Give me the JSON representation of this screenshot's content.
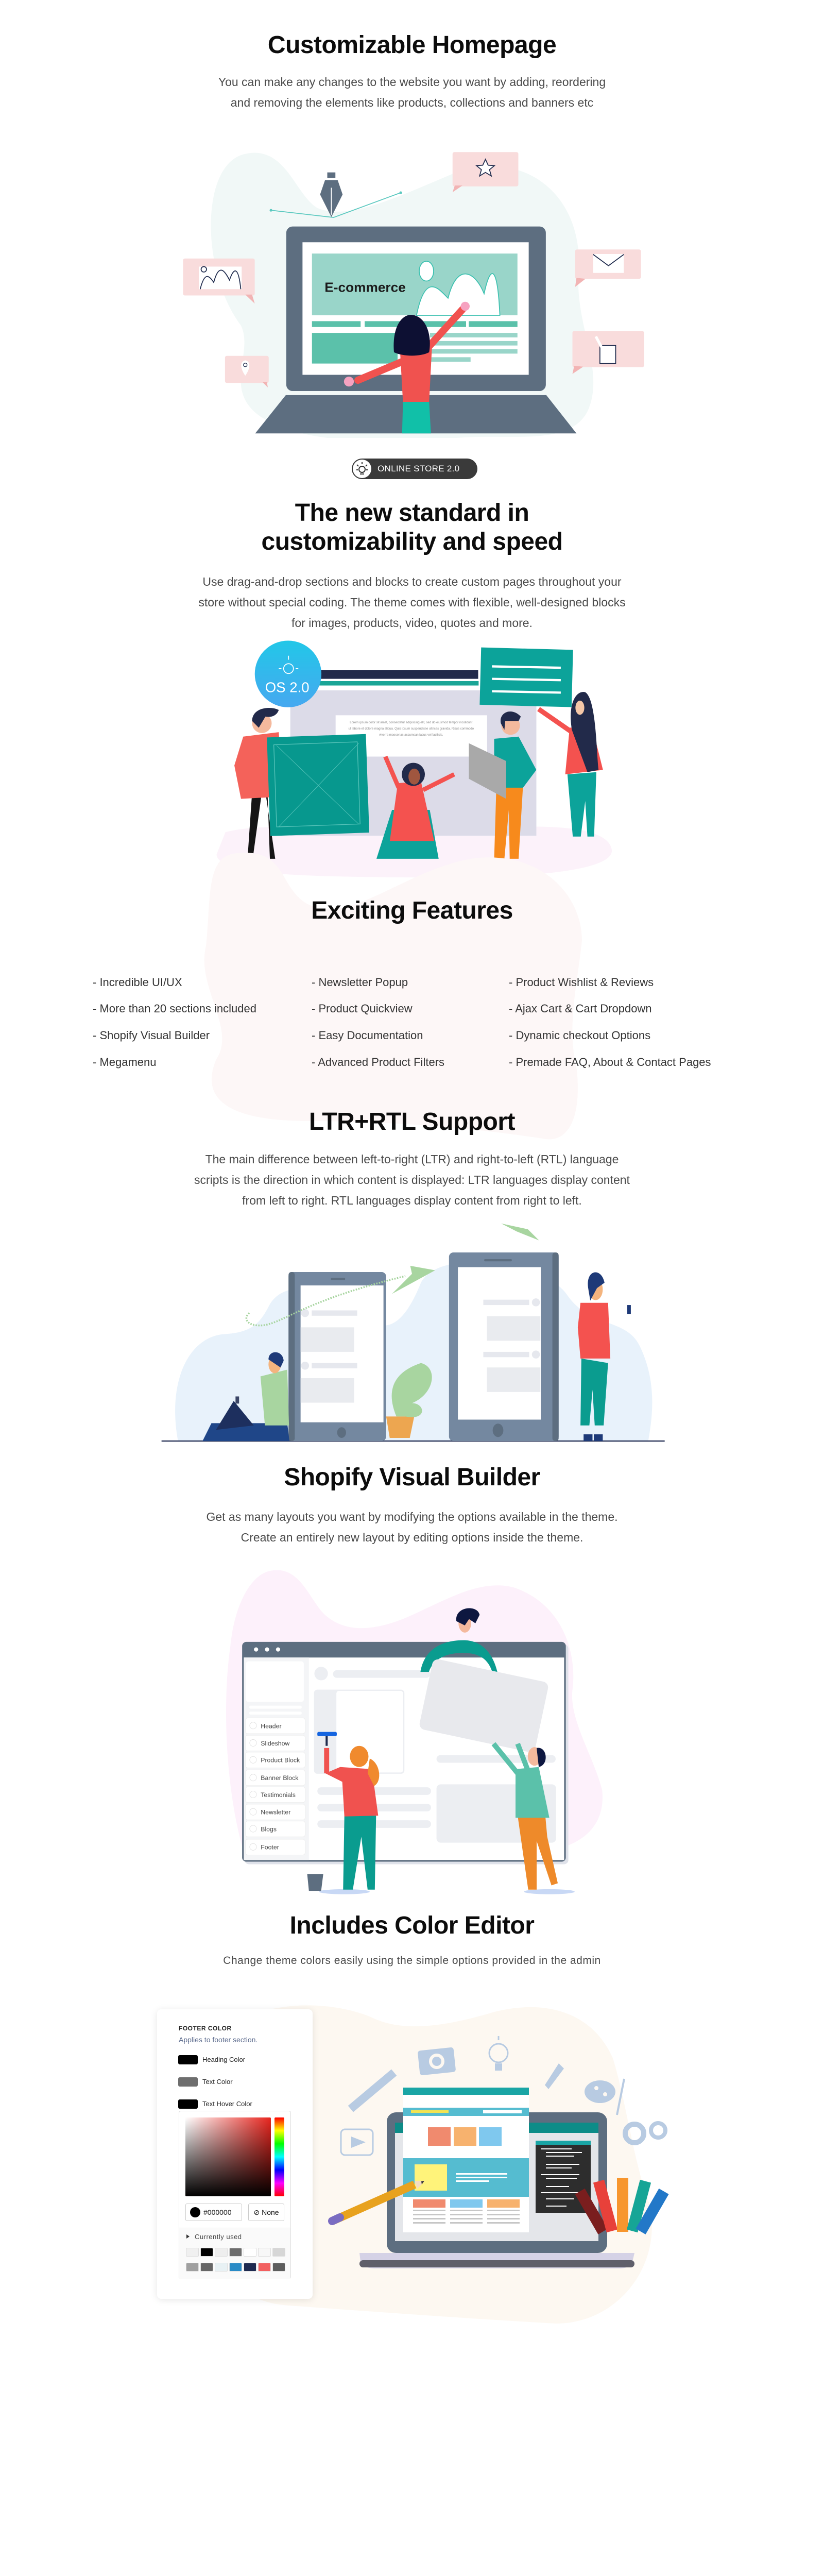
{
  "homepage": {
    "title": "Customizable Homepage",
    "description_lines": [
      "You can make any changes to the website you want by adding, reordering",
      "and removing the elements like products, collections and banners etc"
    ],
    "illustration": {
      "banner_text": "E-commerce"
    }
  },
  "os2": {
    "badge": "ONLINE STORE 2.0",
    "badge_icon": "lightbulb-icon",
    "title_lines": [
      "The new standard in",
      "customizability and speed"
    ],
    "description_lines": [
      "Use drag-and-drop sections and blocks to create custom pages throughout your",
      "store without special coding. The theme comes with flexible, well-designed blocks",
      "for images, products, video, quotes and more."
    ],
    "illustration": {
      "circle_label": "OS 2.0",
      "lorem_lines": [
        "Lorem ipsum dolor sit amet, consectetur adipiscing elit, sed do eiusmod tempor incididunt",
        "ut labore et dolore magna aliqua. Quis ipsum suspendisse ultrices gravida. Risus commodo",
        "viverra maecenas accumsan lacus vel facilisis."
      ]
    }
  },
  "features": {
    "title": "Exciting Features",
    "columns": [
      [
        "- Incredible UI/UX",
        "- More than 20 sections included",
        "- Shopify Visual Builder",
        "- Megamenu"
      ],
      [
        "- Newsletter Popup",
        "- Product Quickview",
        "- Easy Documentation",
        "- Advanced Product Filters"
      ],
      [
        "- Product Wishlist & Reviews",
        "- Ajax Cart & Cart Dropdown",
        "- Dynamic checkout Options",
        "- Premade FAQ, About & Contact Pages"
      ]
    ]
  },
  "rtl": {
    "title": "LTR+RTL Support",
    "description_lines": [
      "The main difference between left-to-right (LTR) and right-to-left (RTL) language",
      "scripts is the direction in which content is displayed: LTR languages display content",
      "from left to right. RTL languages display content from right to left."
    ]
  },
  "builder": {
    "title": "Shopify Visual Builder",
    "description_lines": [
      "Get as many layouts you want by modifying the options available in the theme.",
      "Create an entirely new layout by editing options inside the theme."
    ],
    "sidebar_items": [
      "Header",
      "Slideshow",
      "Product Block",
      "Banner Block",
      "Testimonials",
      "Newsletter",
      "Blogs",
      "Footer"
    ]
  },
  "color_editor": {
    "title": "Includes Color Editor",
    "description": "Change theme colors easily using the simple options provided in the admin",
    "panel": {
      "heading": "FOOTER COLOR",
      "subheading": "Applies to footer section.",
      "settings": [
        {
          "label": "Heading Color",
          "color": "#000000"
        },
        {
          "label": "Text Color",
          "color": "#6e6e6e"
        },
        {
          "label": "Text Hover Color",
          "color": "#000000"
        }
      ],
      "hex_value": "#000000",
      "none_label": "None",
      "currently_used_label": "Currently used",
      "swatches": [
        "#f0f0f0",
        "#000000",
        "#eeeeee",
        "#6d6d6d",
        "#ffffff",
        "#f7f7f7",
        "#d6d6d6",
        "#a0a0a0",
        "#666666",
        "#e8f1f4",
        "#2a8bc6",
        "#1e2a50",
        "#f26060",
        "#5d5d5d"
      ]
    }
  },
  "colors": {
    "teal": "#0ca39a",
    "slate": "#5d6e80",
    "coral": "#f0524f",
    "pink_bubble": "#f9dcdc"
  }
}
